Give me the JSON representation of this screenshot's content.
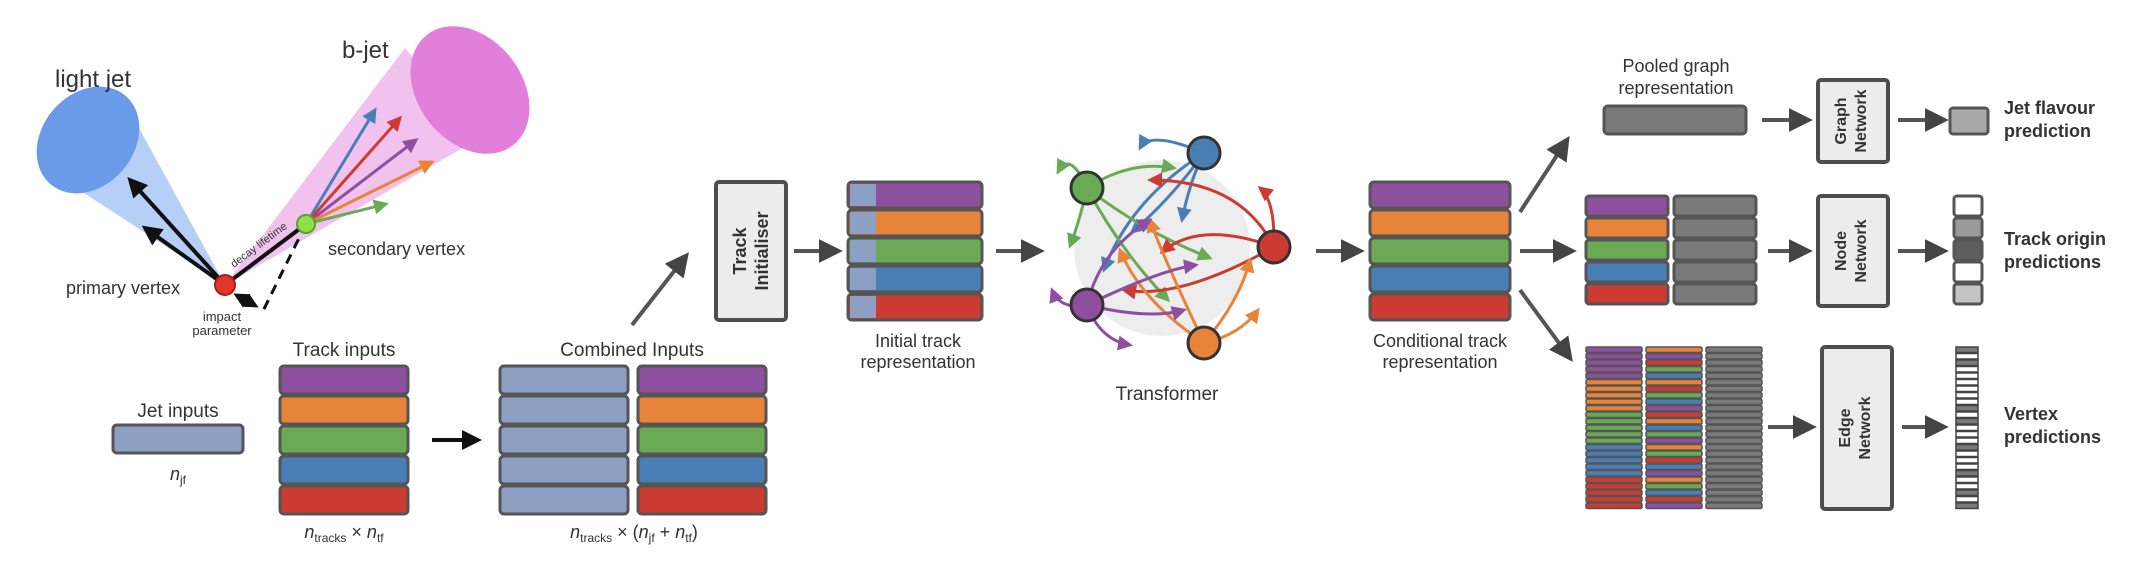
{
  "colors": {
    "purple": "#8e4fa0",
    "orange": "#e8843a",
    "green": "#6aaa55",
    "blue": "#4a7fb5",
    "red": "#cc3b32",
    "lightblue": "#8e9fc4",
    "grey": "#7a7a7a",
    "lightgrey": "#bdbdbd",
    "box": "#ececec",
    "outline": "#4d4d4d",
    "cone_light": "#7aa7f0",
    "cone_b": "#e79ae2",
    "vertex_red": "#e0362c",
    "vertex_green": "#8fe04a"
  },
  "physics": {
    "light_jet": "light jet",
    "b_jet": "b-jet",
    "primary_vertex": "primary vertex",
    "secondary_vertex": "secondary vertex",
    "decay_lifetime": "decay lifetime",
    "impact_parameter_line1": "impact",
    "impact_parameter_line2": "parameter"
  },
  "inputs": {
    "jet_inputs": "Jet inputs",
    "n_jf_base": "n",
    "n_jf_sub": "jf",
    "track_inputs": "Track inputs",
    "n_tracks_sub": "tracks",
    "times": " × ",
    "n_tf_sub": "tf",
    "combined_inputs": "Combined Inputs",
    "open_paren": " × (",
    "plus": " + ",
    "close_paren": ")"
  },
  "pipeline": {
    "track_initialiser_line1": "Track",
    "track_initialiser_line2": "Initialiser",
    "initial_track_line1": "Initial track",
    "initial_track_line2": "representation",
    "transformer": "Transformer",
    "conditional_track_line1": "Conditional track",
    "conditional_track_line2": "representation"
  },
  "outputs": {
    "pooled_line1": "Pooled graph",
    "pooled_line2": "representation",
    "graph_network_line1": "Graph",
    "graph_network_line2": "Network",
    "node_network_line1": "Node",
    "node_network_line2": "Network",
    "edge_network_line1": "Edge",
    "edge_network_line2": "Network",
    "jet_flavour_line1": "Jet flavour",
    "jet_flavour_line2": "prediction",
    "track_origin_line1": "Track origin",
    "track_origin_line2": "predictions",
    "vertex_line1": "Vertex",
    "vertex_line2": "predictions"
  }
}
